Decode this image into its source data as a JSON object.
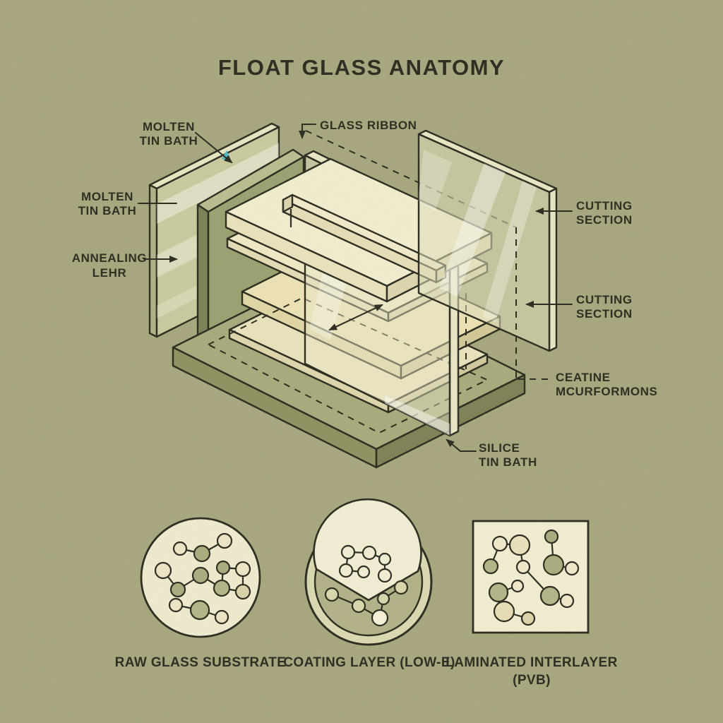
{
  "title": "FLOAT GLASS ANATOMY",
  "colors": {
    "background": "#a7a67d",
    "ink": "#2b2b20",
    "cream": "#f2ecce",
    "olive_panel": "#9aa06e",
    "accent_glint": "#4cb9c4"
  },
  "diagram": {
    "labels": {
      "molten_top": {
        "line1": "MOLTEN",
        "line2": "TIN BATH"
      },
      "molten_left": {
        "line1": "MOLTEN",
        "line2": "TIN BATH"
      },
      "annealing": {
        "line1": "ANNEALING",
        "line2": "LEHR"
      },
      "glass_ribbon": {
        "text": "GLASS RIBBON"
      },
      "cutting_top": {
        "line1": "CUTTING",
        "line2": "SECTION"
      },
      "cutting_mid": {
        "line1": "CUTTING",
        "line2": "SECTION"
      },
      "ceatine": {
        "line1": "CEATINE",
        "line2": "MCURFORMONS"
      },
      "silice": {
        "line1": "SILICE",
        "line2": "TIN BATH"
      }
    }
  },
  "legend": {
    "items": [
      {
        "label": "RAW GLASS SUBSTRATE"
      },
      {
        "label": "COATING LAYER (LOW-E)"
      },
      {
        "label": "LAMINATED INTERLAYER",
        "label2": "(PVB)"
      }
    ]
  }
}
